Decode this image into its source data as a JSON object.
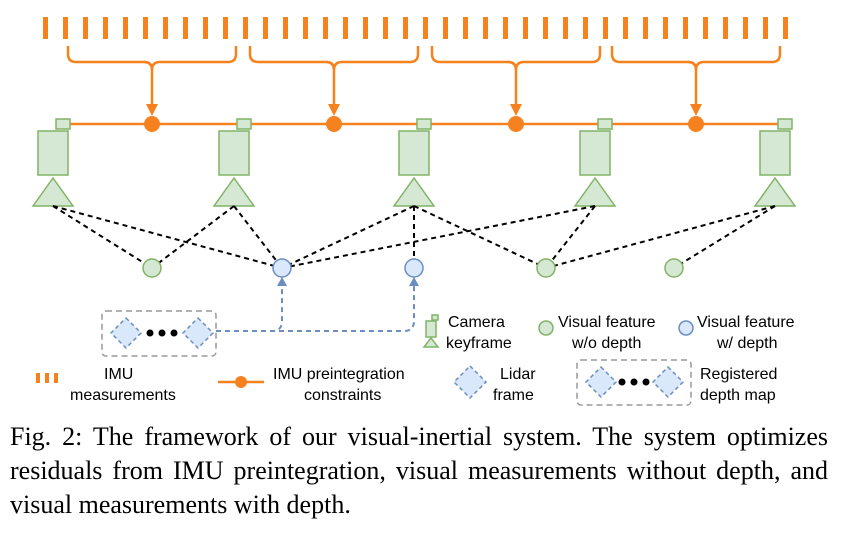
{
  "colors": {
    "imu_orange": "#f5821f",
    "keyframe_fill": "#d5e8d4",
    "keyframe_stroke": "#82b366",
    "depth_feature_fill": "#dae8fc",
    "depth_feature_stroke": "#6c8ebf",
    "dashed_box": "#999999"
  },
  "legend": {
    "camera_keyframe": [
      "Camera",
      "keyframe"
    ],
    "visual_feature_no_depth": [
      "Visual feature",
      "w/o depth"
    ],
    "visual_feature_with_depth": [
      "Visual feature",
      "w/ depth"
    ],
    "imu_measurements": [
      "IMU",
      "measurements"
    ],
    "imu_preintegration": [
      "IMU preintegration",
      "constraints"
    ],
    "lidar_frame": [
      "Lidar",
      "frame"
    ],
    "registered_depth_map": [
      "Registered",
      "depth map"
    ]
  },
  "caption": "Fig. 2: The framework of our visual-inertial system. The system optimizes residuals from IMU preintegration, visual measurements without depth, and visual measurements with depth."
}
